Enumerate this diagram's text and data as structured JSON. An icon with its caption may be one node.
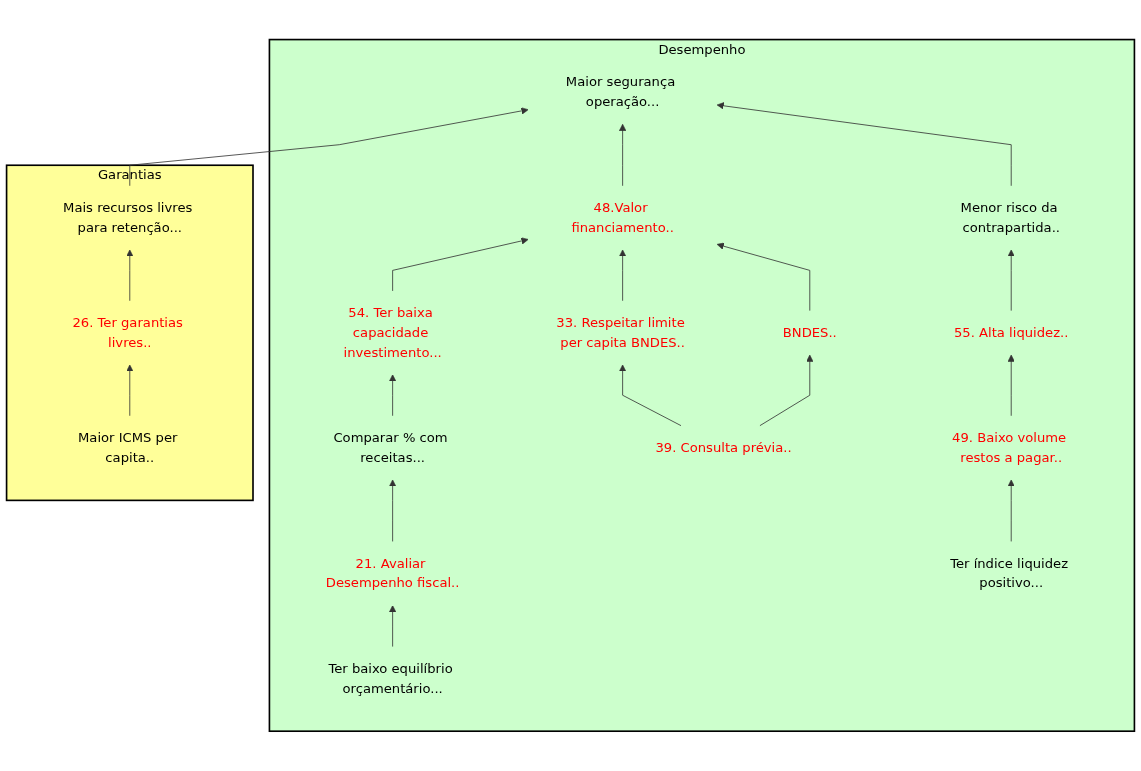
{
  "diagram": {
    "nodes": [
      {
        "text": [
          "Desempenho"
        ]
      },
      {
        "text": [
          "Maior segurança operação..."
        ],
        "in": 0
      },
      {
        "text": [
          "48.Valor financiamento.."
        ],
        "in": 0
      },
      {
        "text": [
          "BNDES.."
        ],
        "in": 0
      },
      {
        "text": [
          "Menor risco da contrapartida.."
        ],
        "in": 0
      },
      {
        "text": [
          "54. Ter baixa capacidade investimento..."
        ],
        "in": 0
      },
      {
        "text": [
          "33. Respeitar limite per capita BNDES.."
        ],
        "in": 0
      },
      {
        "text": [
          "55. Alta liquidez.."
        ],
        "in": 0
      },
      {
        "text": [
          "Comparar % com receitas..."
        ],
        "in": 0
      },
      {
        "text": [
          "39. Consulta prévia.."
        ],
        "in": 0
      },
      {
        "text": [
          "49. Baixo volume restos a pagar.."
        ],
        "in": 0
      },
      {
        "text": [
          "21. Avaliar Desempenho fiscal.."
        ],
        "in": 0
      },
      {
        "text": [
          "Ter baixo equilíbrio orçamentário..."
        ],
        "in": 0
      },
      {
        "text": [
          "Ter índice liquidez positivo..."
        ],
        "in": 0
      },
      {
        "text": [
          "Garantias"
        ]
      },
      {
        "text": [
          "Mais recursos livres para retenção..."
        ],
        "in": 14
      },
      {
        "text": [
          "26. Ter garantias livres.."
        ],
        "in": 14
      },
      {
        "text": [
          "Maior ICMS per capita.."
        ],
        "in": 14
      }
    ],
    "edges": [
      {
        "from": 2,
        "to": 1,
        "arrow": "to"
      },
      {
        "from": 4,
        "to": 1,
        "arrow": "to"
      },
      {
        "from": 15,
        "to": 1,
        "arrow": "to"
      },
      {
        "from": 3,
        "to": 2,
        "arrow": "to"
      },
      {
        "from": 5,
        "to": 2,
        "arrow": "to"
      },
      {
        "from": 6,
        "to": 2,
        "arrow": "to"
      },
      {
        "from": 8,
        "to": 5,
        "arrow": "to"
      },
      {
        "from": 9,
        "to": 6,
        "arrow": "to"
      },
      {
        "from": 9,
        "to": 3,
        "arrow": "to"
      },
      {
        "from": 11,
        "to": 8,
        "arrow": "to"
      },
      {
        "from": 12,
        "to": 11,
        "arrow": "to"
      },
      {
        "from": 13,
        "to": 10,
        "arrow": "to"
      },
      {
        "from": 10,
        "to": 7,
        "arrow": "to"
      },
      {
        "from": 7,
        "to": 4,
        "arrow": "to"
      },
      {
        "from": 16,
        "to": 15,
        "arrow": "to"
      },
      {
        "from": 17,
        "to": 16,
        "arrow": "to"
      }
    ]
  }
}
